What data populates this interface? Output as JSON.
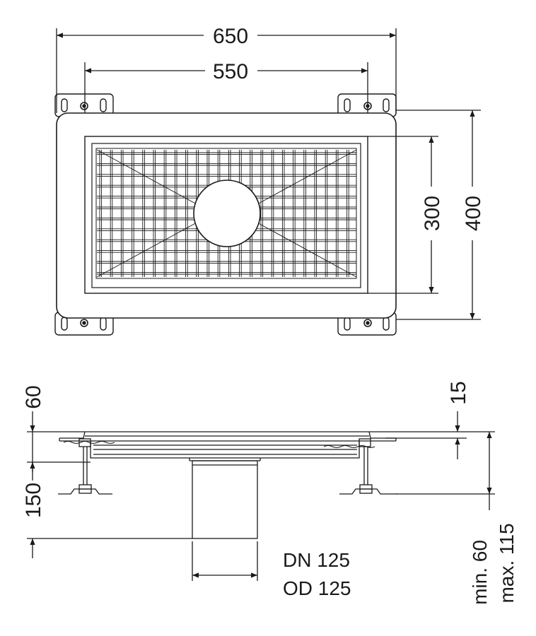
{
  "plan_view": {
    "dims": {
      "overall_width": "650",
      "grate_width": "550",
      "grate_height": "300",
      "overall_height": "400"
    }
  },
  "section_view": {
    "dims": {
      "frame_height": "60",
      "body_height": "150",
      "grate_thickness": "15",
      "adjust_min": "min. 60",
      "adjust_max": "max. 115"
    },
    "outlet": {
      "dn": "DN 125",
      "od": "OD 125"
    }
  },
  "colors": {
    "line": "#1a1a1a",
    "hairline": "#555555"
  }
}
